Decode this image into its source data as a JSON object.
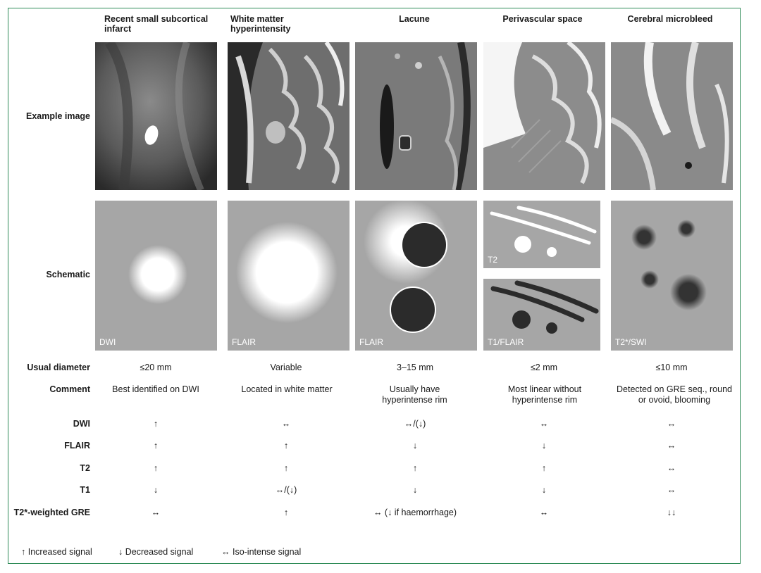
{
  "columns": [
    "Recent small subcortical infarct",
    "White matter hyperintensity",
    "Lacune",
    "Perivascular space",
    "Cerebral microbleed"
  ],
  "row_labels": {
    "example_image": "Example image",
    "schematic": "Schematic"
  },
  "schematic_labels": [
    "DWI",
    "FLAIR",
    "FLAIR",
    "T2",
    "T1/FLAIR",
    "T2*/SWI"
  ],
  "rows": [
    {
      "label": "Usual diameter",
      "cells": [
        "≤20 mm",
        "Variable",
        "3–15 mm",
        "≤2 mm",
        "≤10 mm"
      ]
    },
    {
      "label": "Comment",
      "cells": [
        "Best identified on DWI",
        "Located in white matter",
        "Usually have hyperintense rim",
        "Most linear without hyperintense rim",
        "Detected on GRE seq., round or ovoid, blooming"
      ]
    },
    {
      "label": "DWI",
      "cells": [
        "↑",
        "↔",
        "↔/(↓)",
        "↔",
        "↔"
      ]
    },
    {
      "label": "FLAIR",
      "cells": [
        "↑",
        "↑",
        "↓",
        "↓",
        "↔"
      ]
    },
    {
      "label": "T2",
      "cells": [
        "↑",
        "↑",
        "↑",
        "↑",
        "↔"
      ]
    },
    {
      "label": "T1",
      "cells": [
        "↓",
        "↔/(↓)",
        "↓",
        "↓",
        "↔"
      ]
    },
    {
      "label": "T2*-weighted GRE",
      "cells": [
        "↔",
        "↑",
        "↔ (↓ if haemorrhage)",
        "↔",
        "↓↓"
      ]
    }
  ],
  "legend": [
    "↑  Increased signal",
    "↓  Decreased signal",
    "↔  Iso-intense signal"
  ],
  "colors": {
    "border": "#2e8b57",
    "schematic_bg": "#a6a6a6",
    "lesion_dark": "#2b2b2b"
  }
}
